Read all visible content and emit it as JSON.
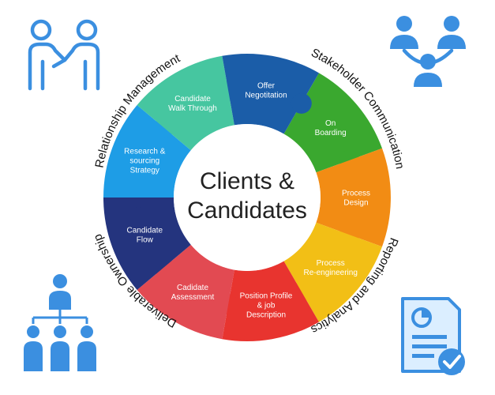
{
  "center": {
    "line1": "Clients &",
    "line2": "Candidates"
  },
  "segments": [
    {
      "lines": [
        "On",
        "Boarding"
      ],
      "color": "#3aa82f"
    },
    {
      "lines": [
        "Process",
        "Design"
      ],
      "color": "#f28c14"
    },
    {
      "lines": [
        "Process",
        "Re-engineering"
      ],
      "color": "#f2bf16"
    },
    {
      "lines": [
        "Position Profile",
        "& job",
        "Description"
      ],
      "color": "#e8342f"
    },
    {
      "lines": [
        "Cadidate",
        "Assessment"
      ],
      "color": "#e24a52"
    },
    {
      "lines": [
        "Candidate",
        "Flow"
      ],
      "color": "#24347e"
    },
    {
      "lines": [
        "Research &",
        "sourcing",
        "Strategy"
      ],
      "color": "#1e9de6"
    },
    {
      "lines": [
        "Candidate",
        "Walk Through"
      ],
      "color": "#46c6a0"
    },
    {
      "lines": [
        "Offer",
        "Negotitation"
      ],
      "color": "#1b5da8"
    }
  ],
  "outer_labels": {
    "relationship": "Relationship Management",
    "stakeholder": "Stakeholder Communication",
    "reporting": "Reporting and Analytics",
    "deliverable": "Deliverable Ownership"
  },
  "icons": {
    "top_left": "handshake-icon",
    "top_right": "team-network-icon",
    "bottom_left": "org-chart-icon",
    "bottom_right": "report-checklist-icon"
  },
  "colors": {
    "icon": "#3b8fe0",
    "text": "#111111"
  }
}
